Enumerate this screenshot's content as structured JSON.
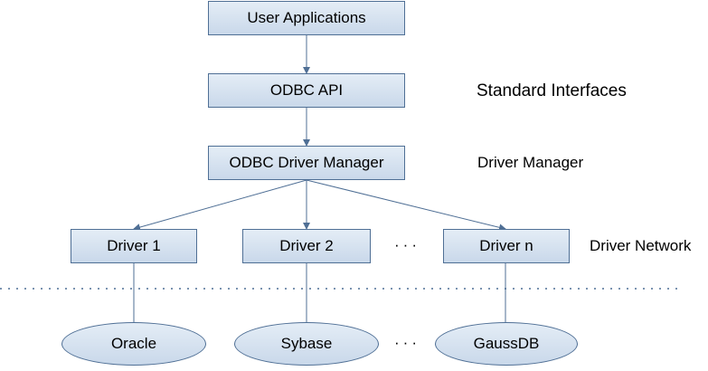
{
  "nodes": {
    "user_applications": "User Applications",
    "odbc_api": "ODBC API",
    "odbc_driver_manager": "ODBC Driver Manager",
    "driver_1": "Driver 1",
    "driver_2": "Driver 2",
    "driver_n": "Driver n",
    "oracle": "Oracle",
    "sybase": "Sybase",
    "gaussdb": "GaussDB"
  },
  "layer_labels": {
    "standard_interfaces": "Standard Interfaces",
    "driver_manager": "Driver Manager",
    "driver_network": "Driver Network"
  },
  "ellipsis": "···",
  "colors": {
    "node_fill_top": "#e4edf6",
    "node_fill_bottom": "#c9d8ea",
    "node_border": "#4f6f95",
    "edge": "#4f6f95",
    "separator": "#4f6f95"
  }
}
